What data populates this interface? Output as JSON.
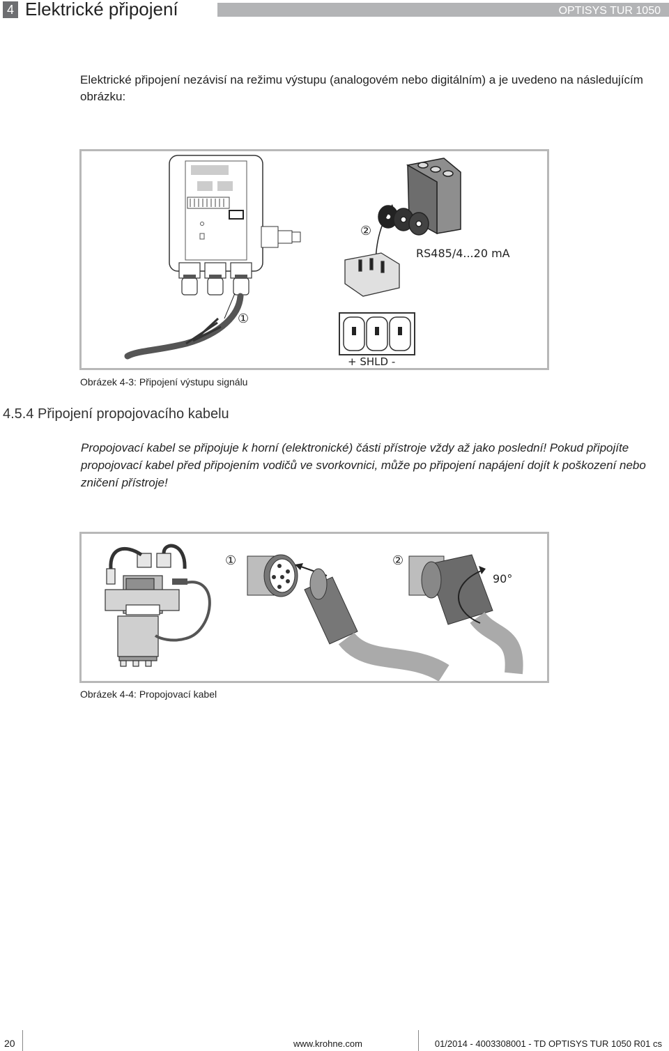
{
  "header": {
    "chapter_number": "4",
    "chapter_title": "Elektrické připojení",
    "product": "OPTISYS TUR 1050"
  },
  "intro_text": "Elektrické připojení nezávisí na režimu výstupu (analogovém nebo digitálním) a je uvedeno na následujícím obrázku:",
  "figure1": {
    "label_1": "①",
    "label_2": "②",
    "connector_label": "RS485/4...20 mA",
    "pin_label": "+ SHLD -",
    "caption": "Obrázek 4-3: Připojení výstupu signálu"
  },
  "section": {
    "number_title": "4.5.4 Připojení propojovacího kabelu"
  },
  "warning_text": "Propojovací kabel se připojuje k horní (elektronické) části přístroje vždy až jako poslední! Pokud připojíte propojovací kabel před připojením vodičů ve svorkovnici, může po připojení napájení dojít k poškození nebo zničení přístroje!",
  "figure2": {
    "label_1": "①",
    "label_2": "②",
    "angle_label": "90°",
    "caption": "Obrázek 4-4: Propojovací kabel"
  },
  "footer": {
    "page_number": "20",
    "website": "www.krohne.com",
    "doc_ref": "01/2014 - 4003308001 - TD OPTISYS TUR 1050 R01 cs"
  }
}
